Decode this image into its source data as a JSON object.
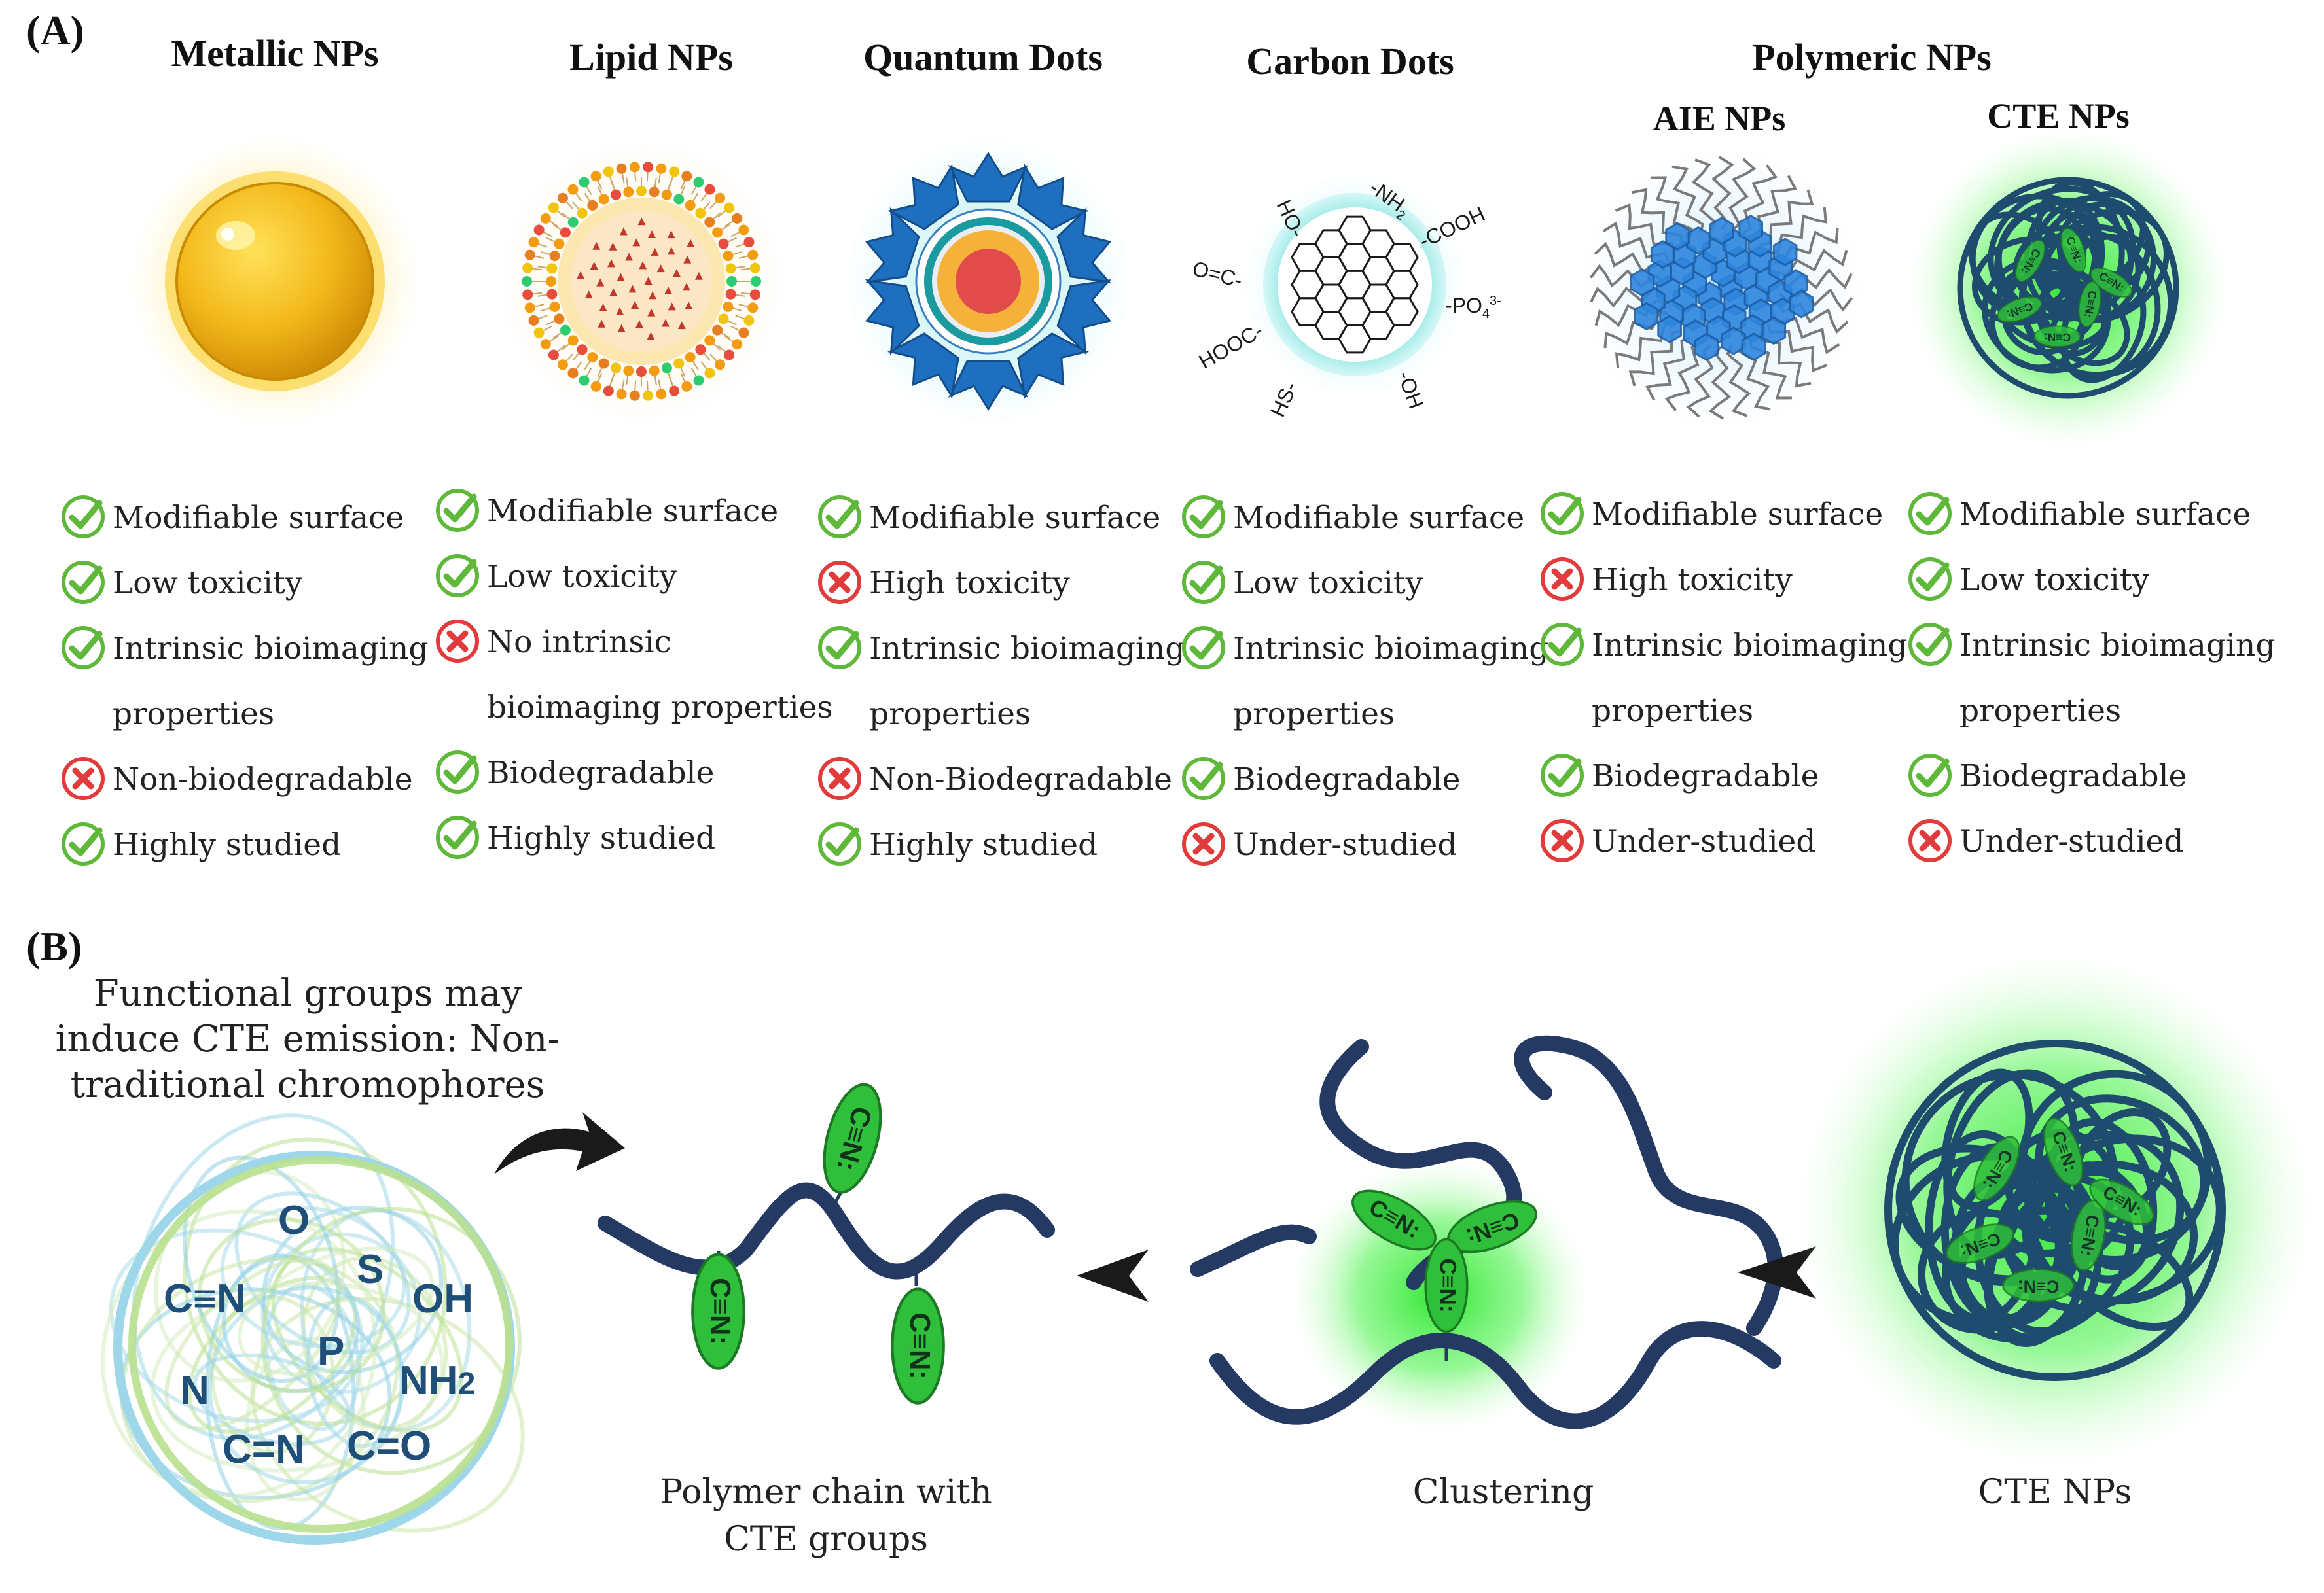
{
  "panel_a": {
    "label": "(A)",
    "titles": {
      "metallic": "Metallic NPs",
      "lipid": "Lipid NPs",
      "quantum": "Quantum Dots",
      "carbon": "Carbon Dots",
      "polymeric": "Polymeric NPs",
      "aie": "AIE NPs",
      "cte": "CTE NPs"
    },
    "carbon_groups": {
      "ho": "HO-",
      "nh2": "-NH",
      "nh2_sub": "2",
      "cooh": "-COOH",
      "oc": "O=C-",
      "po4": "-PO",
      "po4_sub": "4",
      "po4_sup": "3-",
      "hooc": "HOOC-",
      "hs": "HS-",
      "oh": "-OH"
    },
    "chromophore_label": "C≡N",
    "columns": [
      {
        "id": "metallic",
        "props": [
          {
            "text": "Modifiable surface",
            "status": "check"
          },
          {
            "text": "Low toxicity",
            "status": "check"
          },
          {
            "text": "Intrinsic bioimaging",
            "status": "check"
          },
          {
            "text": "properties",
            "status": "cont"
          },
          {
            "text": "Non-biodegradable",
            "status": "cross"
          },
          {
            "text": "Highly studied",
            "status": "check"
          }
        ]
      },
      {
        "id": "lipid",
        "props": [
          {
            "text": "Modifiable surface",
            "status": "check"
          },
          {
            "text": "Low toxicity",
            "status": "check"
          },
          {
            "text": "No intrinsic",
            "status": "cross"
          },
          {
            "text": "bioimaging properties",
            "status": "cont"
          },
          {
            "text": "Biodegradable",
            "status": "check"
          },
          {
            "text": "Highly studied",
            "status": "check"
          }
        ]
      },
      {
        "id": "quantum",
        "props": [
          {
            "text": "Modifiable surface",
            "status": "check"
          },
          {
            "text": "High toxicity",
            "status": "cross"
          },
          {
            "text": "Intrinsic bioimaging",
            "status": "check"
          },
          {
            "text": "properties",
            "status": "cont"
          },
          {
            "text": "Non-Biodegradable",
            "status": "cross"
          },
          {
            "text": "Highly studied",
            "status": "check"
          }
        ]
      },
      {
        "id": "carbon",
        "props": [
          {
            "text": "Modifiable surface",
            "status": "check"
          },
          {
            "text": "Low toxicity",
            "status": "check"
          },
          {
            "text": "Intrinsic bioimaging",
            "status": "check"
          },
          {
            "text": "properties",
            "status": "cont"
          },
          {
            "text": "Biodegradable",
            "status": "check"
          },
          {
            "text": "Under-studied",
            "status": "cross"
          }
        ]
      },
      {
        "id": "aie",
        "props": [
          {
            "text": "Modifiable surface",
            "status": "check"
          },
          {
            "text": "High  toxicity",
            "status": "cross"
          },
          {
            "text": "Intrinsic bioimaging",
            "status": "check"
          },
          {
            "text": "properties",
            "status": "cont"
          },
          {
            "text": "Biodegradable",
            "status": "check"
          },
          {
            "text": "Under-studied",
            "status": "cross"
          }
        ]
      },
      {
        "id": "cte",
        "props": [
          {
            "text": "Modifiable surface",
            "status": "check"
          },
          {
            "text": "Low toxicity",
            "status": "check"
          },
          {
            "text": "Intrinsic bioimaging",
            "status": "check"
          },
          {
            "text": "properties",
            "status": "cont"
          },
          {
            "text": "Biodegradable",
            "status": "check"
          },
          {
            "text": "Under-studied",
            "status": "cross"
          }
        ]
      }
    ]
  },
  "panel_b": {
    "label": "(B)",
    "intro_lines": [
      "Functional groups may",
      "induce CTE emission: Non-",
      "traditional chromophores"
    ],
    "functional_groups": {
      "o": "O",
      "s": "S",
      "cn_triple": "C≡N",
      "oh": "OH",
      "p": "P",
      "n": "N",
      "nh2": "NH",
      "nh2_sub": "2",
      "cn_double": "C=N",
      "co_double": "C=O"
    },
    "chain_caption_lines": [
      "Polymer chain with",
      "CTE groups"
    ],
    "clustering_caption": "Clustering",
    "cte_caption": "CTE NPs"
  },
  "colors": {
    "check": "#5fb83a",
    "cross": "#e23b3b",
    "chain": "#253a63",
    "chromophore": "#2fbf3a",
    "glow_green": "#3cff3c",
    "gold": "#f3b81a",
    "blue_motif": "#1f6fc1",
    "cyan_glow": "#7ee8e8",
    "label_blue": "#1f4e79"
  }
}
